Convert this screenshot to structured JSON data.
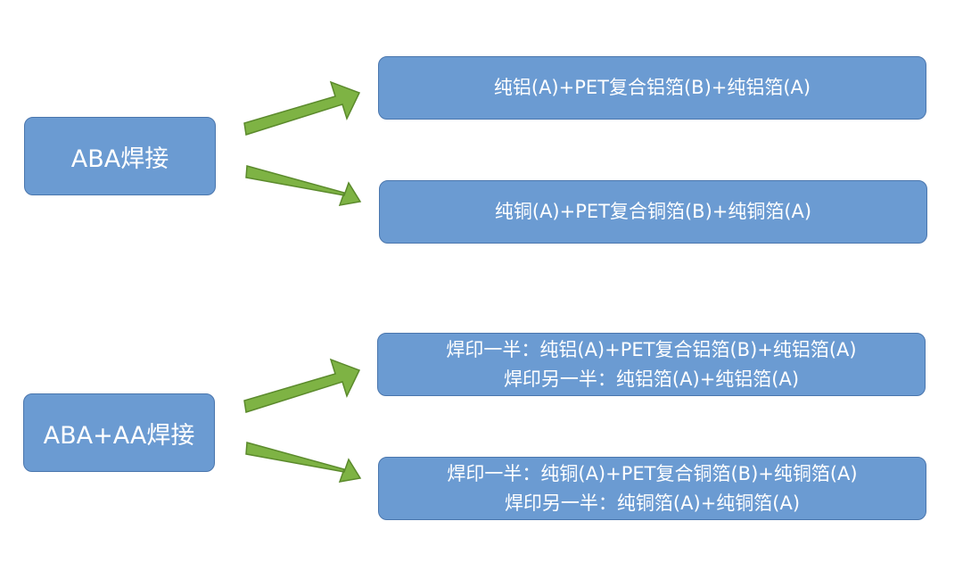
{
  "colors": {
    "box_fill": "#6b9bd2",
    "box_border": "#4a76ad",
    "arrow_fill": "#7eb344",
    "arrow_border": "#5b8a2c",
    "text": "#ffffff"
  },
  "groups": [
    {
      "source": "ABA焊接",
      "targets": [
        {
          "lines": [
            "纯铝(A)+PET复合铝箔(B)+纯铝箔(A)"
          ]
        },
        {
          "lines": [
            "纯铜(A)+PET复合铜箔(B)+纯铜箔(A)"
          ]
        }
      ]
    },
    {
      "source": "ABA+AA焊接",
      "targets": [
        {
          "lines": [
            "焊印一半：纯铝(A)+PET复合铝箔(B)+纯铝箔(A)",
            "焊印另一半：纯铝箔(A)+纯铝箔(A)"
          ]
        },
        {
          "lines": [
            "焊印一半：纯铜(A)+PET复合铜箔(B)+纯铜箔(A)",
            "焊印另一半：纯铜箔(A)+纯铜箔(A)"
          ]
        }
      ]
    }
  ]
}
